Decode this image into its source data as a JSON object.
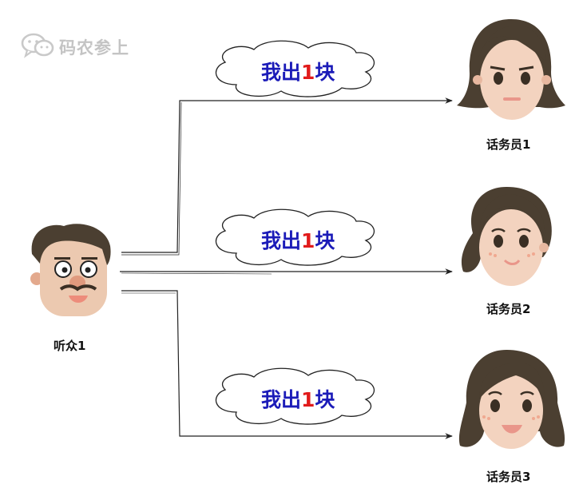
{
  "watermark": {
    "icon": "wechat-icon",
    "text": "码农参上"
  },
  "listener": {
    "label": "听众1"
  },
  "operators": [
    {
      "label": "话务员1"
    },
    {
      "label": "话务员2"
    },
    {
      "label": "话务员3"
    }
  ],
  "messages": [
    {
      "prefix": "我出",
      "number": "1",
      "suffix": "块",
      "number_color": "#e11b1b",
      "text_color": "#1b1bb8"
    },
    {
      "prefix": "我出",
      "number": "1",
      "suffix": "块",
      "number_color": "#e11b1b",
      "text_color": "#1b1bb8"
    },
    {
      "prefix": "我出",
      "number": "1",
      "suffix": "块",
      "number_color": "#e11b1b",
      "text_color": "#1b1bb8"
    }
  ]
}
